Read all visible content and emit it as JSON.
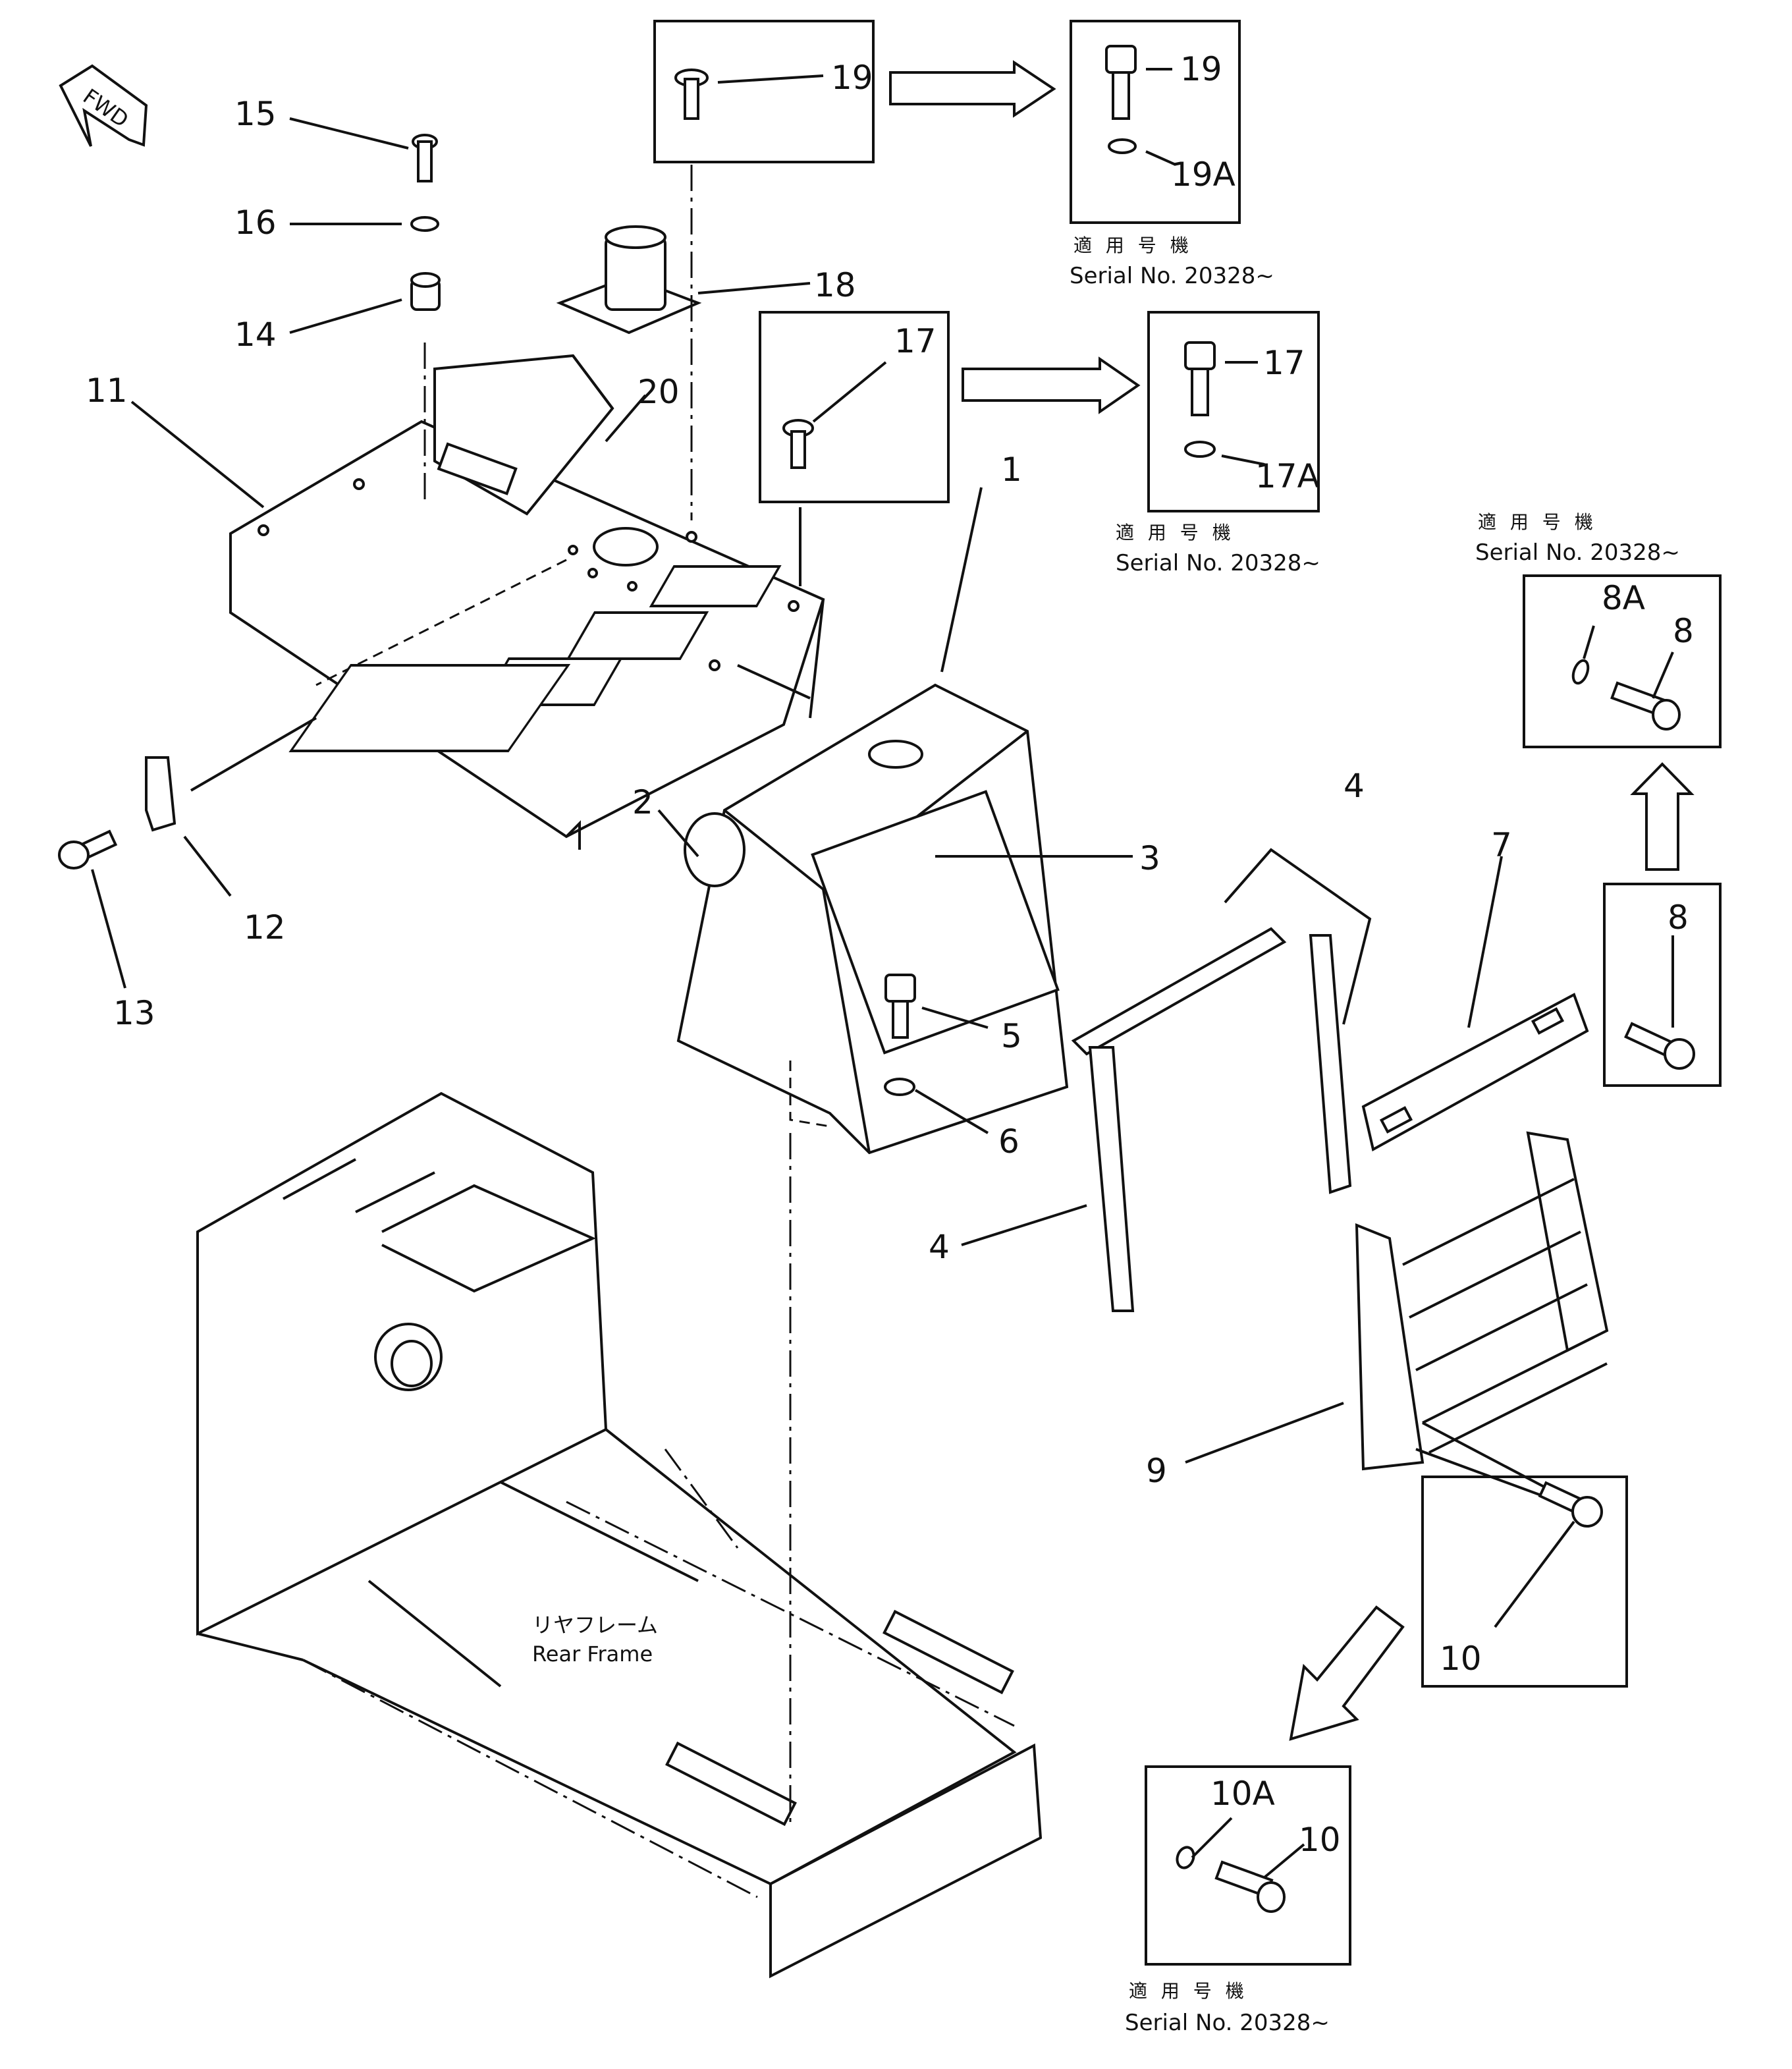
{
  "fwd_label": "FWD",
  "frame_label_jp": "リヤフレーム",
  "frame_label_en": "Rear Frame",
  "applicable_jp": "適 用 号 機",
  "serial_text": "Serial No. 20328~",
  "parts": {
    "p1": "1",
    "p2": "2",
    "p3": "3",
    "p4a": "4",
    "p4b": "4",
    "p5": "5",
    "p6": "6",
    "p7": "7",
    "p8a": "8",
    "p8b": "8",
    "p8A": "8A",
    "p9": "9",
    "p10a": "10",
    "p10b": "10",
    "p10A": "10A",
    "p11": "11",
    "p12": "12",
    "p13": "13",
    "p14": "14",
    "p15": "15",
    "p16": "16",
    "p17a": "17",
    "p17b": "17",
    "p17A": "17A",
    "p18": "18",
    "p19a": "19",
    "p19b": "19",
    "p19A": "19A",
    "p20": "20"
  }
}
